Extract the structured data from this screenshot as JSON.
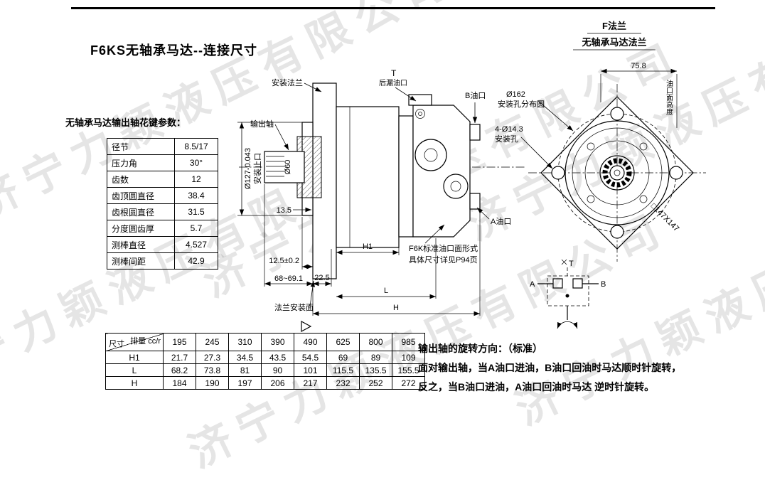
{
  "page": {
    "title": "F6KS无轴承马达--连接尺寸",
    "watermark": "济宁力颖液压有限公司"
  },
  "spline_table": {
    "caption": "无轴承马达输出轴花键参数：",
    "rows": [
      {
        "label": "径节",
        "value": "8.5/17"
      },
      {
        "label": "压力角",
        "value": "30°"
      },
      {
        "label": "齿数",
        "value": "12"
      },
      {
        "label": "齿顶圆直径",
        "value": "38.4"
      },
      {
        "label": "齿根圆直径",
        "value": "31.5"
      },
      {
        "label": "分度圆齿厚",
        "value": "5.7"
      },
      {
        "label": "测棒直径",
        "value": "4.527"
      },
      {
        "label": "测棒间距",
        "value": "42.9"
      }
    ]
  },
  "side_view": {
    "mounting_flange": "安装法兰",
    "output_shaft": "输出轴",
    "t_port": "T",
    "t_port_name": "后漏油口",
    "b_port": "B油口",
    "a_port": "A油口",
    "spigot_dia": "Ø127-0.043",
    "spigot_name": "安装止口",
    "shaft_dia": "Ø60",
    "dim_13_5": "13.5",
    "dim_12_5": "12.5±0.2",
    "dim_68": "68~69.1",
    "dim_22_5": "22.5",
    "dim_h1": "H1",
    "dim_l": "L",
    "dim_h": "H",
    "flange_face": "法兰安装面",
    "port_note_line1": "F6K标准油口面形式",
    "port_note_line2": "具体尺寸详见P94页"
  },
  "flange_view": {
    "title": "F法兰",
    "subtitle": "无轴承马达法兰",
    "dim_75_8": "75.8",
    "port_face_height": "油口面高度",
    "bolt_circle_dia": "Ø162",
    "bolt_circle_name": "安装孔分布圆",
    "mount_holes": "4-Ø14.3",
    "mount_holes_name": "安装孔",
    "square_size": "□147X147"
  },
  "schematic": {
    "t": "T",
    "a": "A",
    "b": "B"
  },
  "dim_table": {
    "header_top": "排量 cc/r",
    "header_left": "尺寸",
    "displacements": [
      "195",
      "245",
      "310",
      "390",
      "490",
      "625",
      "800",
      "985"
    ],
    "rows": [
      {
        "label": "H1",
        "values": [
          "21.7",
          "27.3",
          "34.5",
          "43.5",
          "54.5",
          "69",
          "89",
          "109"
        ]
      },
      {
        "label": "L",
        "values": [
          "68.2",
          "73.8",
          "81",
          "90",
          "101",
          "115.5",
          "135.5",
          "155.5"
        ]
      },
      {
        "label": "H",
        "values": [
          "184",
          "190",
          "197",
          "206",
          "217",
          "232",
          "252",
          "272"
        ]
      }
    ]
  },
  "rotation_note": {
    "line1": "输出轴的旋转方向：（标准）",
    "line2": "面对输出轴，当A油口进油，B油口回油时马达顺时针旋转，",
    "line3": "反之，当B油口进油，A油口回油时马达 逆时针旋转。"
  }
}
